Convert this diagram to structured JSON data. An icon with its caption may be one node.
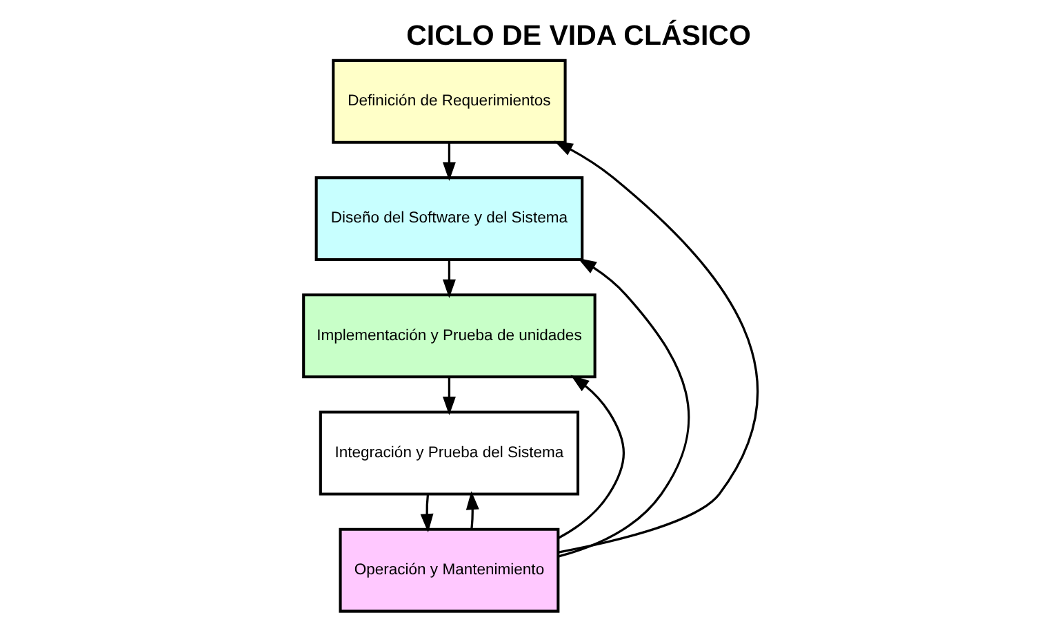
{
  "diagram": {
    "title": "CICLO DE VIDA CLÁSICO",
    "nodes": [
      {
        "text": [
          "Definición de Requerimientos"
        ]
      },
      {
        "text": [
          "Diseño del Software y del Sistema"
        ]
      },
      {
        "text": [
          "Implementación y Prueba de unidades"
        ]
      },
      {
        "text": [
          "Integración y Prueba del Sistema"
        ]
      },
      {
        "text": [
          "Operación y Mantenimiento"
        ]
      }
    ],
    "edges": [
      {
        "from": 0,
        "to": 1,
        "arrow": "to"
      },
      {
        "from": 1,
        "to": 2,
        "arrow": "to"
      },
      {
        "from": 2,
        "to": 3,
        "arrow": "to"
      },
      {
        "from": 3,
        "to": 4,
        "arrow": "to"
      },
      {
        "from": 4,
        "to": 0,
        "arrow": "to"
      },
      {
        "from": 4,
        "to": 1,
        "arrow": "to"
      },
      {
        "from": 4,
        "to": 2,
        "arrow": "to"
      },
      {
        "from": 4,
        "to": 3,
        "arrow": "to"
      }
    ]
  }
}
